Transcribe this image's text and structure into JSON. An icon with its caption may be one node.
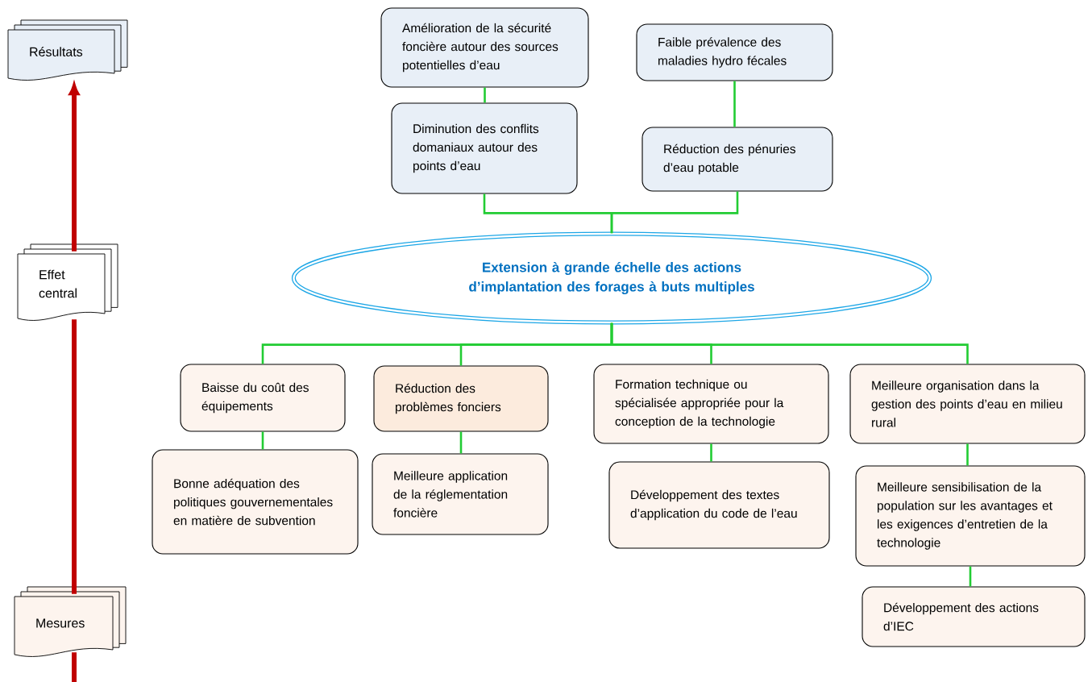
{
  "diagram": {
    "nodes": [
      {
        "text": [
          "Résultats"
        ]
      },
      {
        "text": [
          "Effet central"
        ]
      },
      {
        "text": [
          "Mesures"
        ]
      },
      {
        "text": [
          "Amélioration de la sécurité foncière autour des sources potentielles d’eau"
        ]
      },
      {
        "text": [
          "Faible prévalence des maladies hydro fécales"
        ]
      },
      {
        "text": [
          "Diminution des conflits domaniaux autour des points d’eau"
        ]
      },
      {
        "text": [
          "Réduction des pénuries d’eau potable"
        ]
      },
      {
        "text": [
          "Extension à grande échelle des actions d’implantation des forages à buts multiples"
        ]
      },
      {
        "text": [
          "Baisse du coût des équipements"
        ]
      },
      {
        "text": [
          "Réduction des problèmes fonciers"
        ]
      },
      {
        "text": [
          "Formation technique ou spécialisée appropriée pour la conception de la technologie"
        ]
      },
      {
        "text": [
          "Meilleure organisation dans la gestion des points d’eau en milieu rural"
        ]
      },
      {
        "text": [
          "Bonne adéquation des politiques gouvernementales en matière de subvention"
        ]
      },
      {
        "text": [
          "Meilleure application de la réglementation foncière"
        ]
      },
      {
        "text": [
          "Développement des textes d’application du code de l’eau"
        ]
      },
      {
        "text": [
          "Meilleure sensibilisation de la population sur les avantages et les exigences d’entretien de la technologie"
        ]
      },
      {
        "text": [
          "Développement des actions d’IEC"
        ]
      }
    ],
    "edges": [
      {
        "from": 2,
        "to": null,
        "arrow": "none",
        "style": "thick",
        "color": "#c00000"
      },
      {
        "from": 2,
        "to": 1,
        "arrow": "none",
        "style": "thick",
        "color": "#c00000"
      },
      {
        "from": 1,
        "to": 0,
        "arrow": "to",
        "style": "thick",
        "color": "#c00000"
      },
      {
        "from": 3,
        "to": 5,
        "arrow": "none"
      },
      {
        "from": 4,
        "to": 6,
        "arrow": "none"
      },
      {
        "from": 5,
        "to": 7,
        "arrow": "none"
      },
      {
        "from": 6,
        "to": 7,
        "arrow": "none"
      },
      {
        "from": 7,
        "to": 8,
        "arrow": "none"
      },
      {
        "from": 7,
        "to": 9,
        "arrow": "none"
      },
      {
        "from": 7,
        "to": 10,
        "arrow": "none"
      },
      {
        "from": 7,
        "to": 11,
        "arrow": "none"
      },
      {
        "from": 8,
        "to": 12,
        "arrow": "none"
      },
      {
        "from": 9,
        "to": 13,
        "arrow": "none"
      },
      {
        "from": 10,
        "to": 14,
        "arrow": "none"
      },
      {
        "from": 11,
        "to": 15,
        "arrow": "none"
      },
      {
        "from": 15,
        "to": 16,
        "arrow": "none"
      }
    ]
  }
}
